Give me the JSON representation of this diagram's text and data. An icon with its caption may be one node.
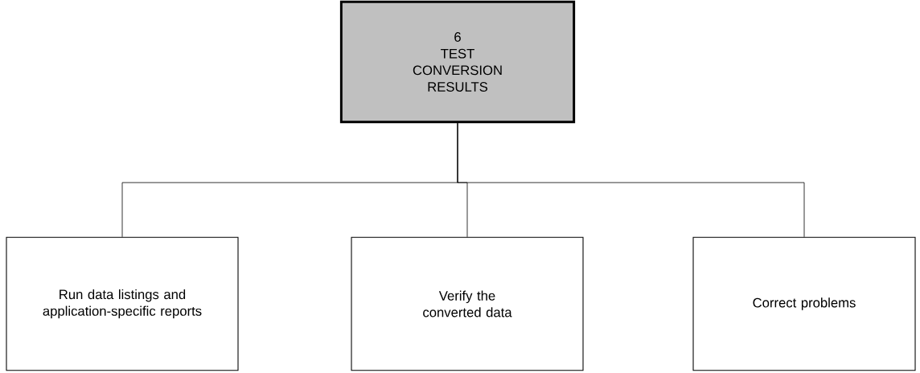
{
  "diagram": {
    "nodes": [
      {
        "text": [
          "6",
          "TEST CONVERSION RESULTS"
        ]
      },
      {
        "text": [
          "Run data listings and application-specific reports"
        ]
      },
      {
        "text": [
          "Verify the converted data"
        ]
      },
      {
        "text": [
          "Correct problems"
        ]
      }
    ],
    "edges": [
      {
        "from": 0,
        "to": 1,
        "arrow": "none"
      },
      {
        "from": 0,
        "to": 2,
        "arrow": "none"
      },
      {
        "from": 0,
        "to": 3,
        "arrow": "none"
      }
    ]
  }
}
